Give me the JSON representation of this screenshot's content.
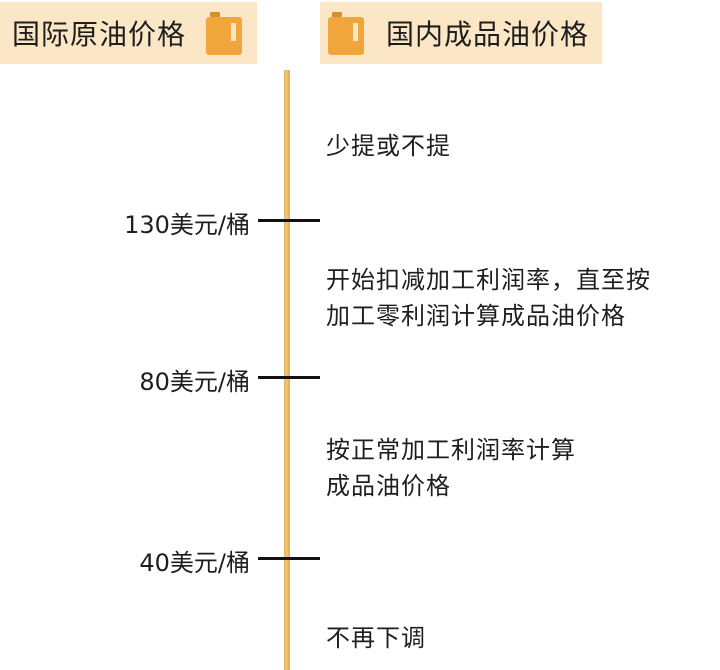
{
  "headers": {
    "left": {
      "label": "国际原油价格",
      "icon": "oil-can-icon"
    },
    "right": {
      "label": "国内成品油价格",
      "icon": "oil-can-icon"
    }
  },
  "colors": {
    "header_bg": "#fbe7c6",
    "can": "#f0a63a",
    "axis": "#f3c874",
    "tick": "#111111"
  },
  "thresholds": [
    {
      "label": "130美元/桶",
      "value": 130
    },
    {
      "label": "80美元/桶",
      "value": 80
    },
    {
      "label": "40美元/桶",
      "value": 40
    }
  ],
  "zones": [
    {
      "range": ">130",
      "lines": [
        "少提或不提"
      ]
    },
    {
      "range": "80-130",
      "lines": [
        "开始扣减加工利润率，直至按",
        "加工零利润计算成品油价格"
      ]
    },
    {
      "range": "40-80",
      "lines": [
        "按正常加工利润率计算",
        "成品油价格"
      ]
    },
    {
      "range": "<40",
      "lines": [
        "不再下调"
      ]
    }
  ]
}
